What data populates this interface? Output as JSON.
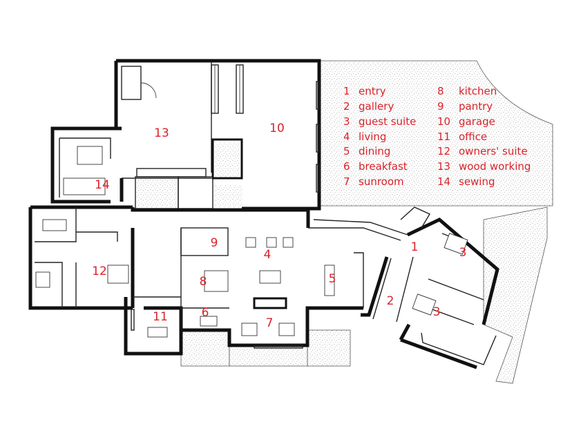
{
  "colors": {
    "accent": "#d9232a",
    "wall": "#111111",
    "stipple": "#9a9a9a"
  },
  "legend": [
    {
      "num": "1",
      "name": "entry"
    },
    {
      "num": "2",
      "name": "gallery"
    },
    {
      "num": "3",
      "name": "guest suite"
    },
    {
      "num": "4",
      "name": "living"
    },
    {
      "num": "5",
      "name": "dining"
    },
    {
      "num": "6",
      "name": "breakfast"
    },
    {
      "num": "7",
      "name": "sunroom"
    },
    {
      "num": "8",
      "name": "kitchen"
    },
    {
      "num": "9",
      "name": "pantry"
    },
    {
      "num": "10",
      "name": "garage"
    },
    {
      "num": "11",
      "name": "office"
    },
    {
      "num": "12",
      "name": "owners' suite"
    },
    {
      "num": "13",
      "name": "wood working"
    },
    {
      "num": "14",
      "name": "sewing"
    }
  ],
  "room_tags": {
    "entry": "1",
    "gallery": "2",
    "guest_a": "3",
    "guest_b": "3",
    "living": "4",
    "dining": "5",
    "breakfast": "6",
    "sunroom": "7",
    "kitchen": "8",
    "pantry": "9",
    "garage": "10",
    "office": "11",
    "owners_suite": "12",
    "wood_working": "13",
    "sewing": "14"
  }
}
